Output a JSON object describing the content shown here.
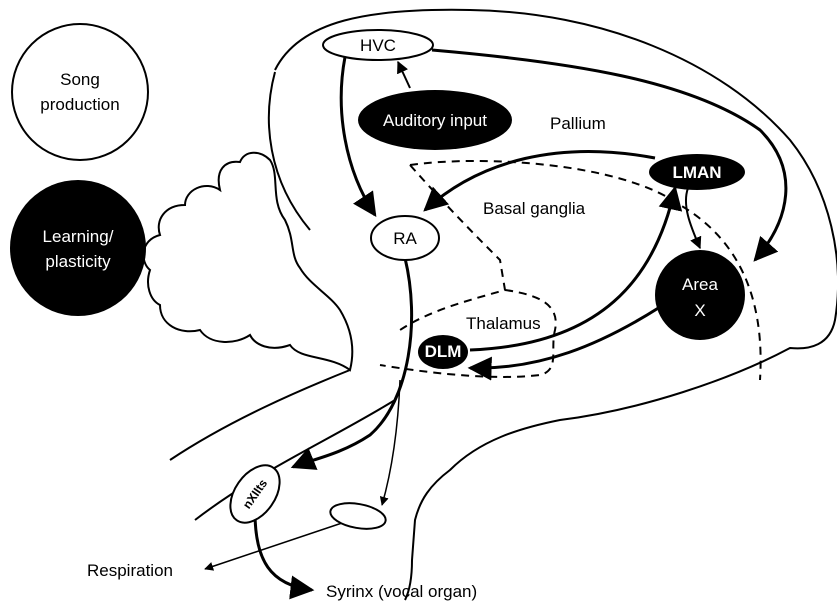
{
  "legend": {
    "song_production": [
      "Song",
      "production"
    ],
    "learning_plasticity": [
      "Learning/",
      "plasticity"
    ]
  },
  "nodes": {
    "hvc": "HVC",
    "auditory_input": "Auditory input",
    "ra": "RA",
    "lman": "LMAN",
    "area_x": [
      "Area",
      "X"
    ],
    "dlm": "DLM",
    "nxiits": "nXIIts"
  },
  "regions": {
    "pallium": "Pallium",
    "basal_ganglia": "Basal ganglia",
    "thalamus": "Thalamus"
  },
  "outputs": {
    "respiration": "Respiration",
    "syrinx": "Syrinx (vocal organ)"
  },
  "colors": {
    "song_production_fill": "#ffffff",
    "learning_plasticity_fill": "#000000",
    "stroke": "#000000"
  }
}
